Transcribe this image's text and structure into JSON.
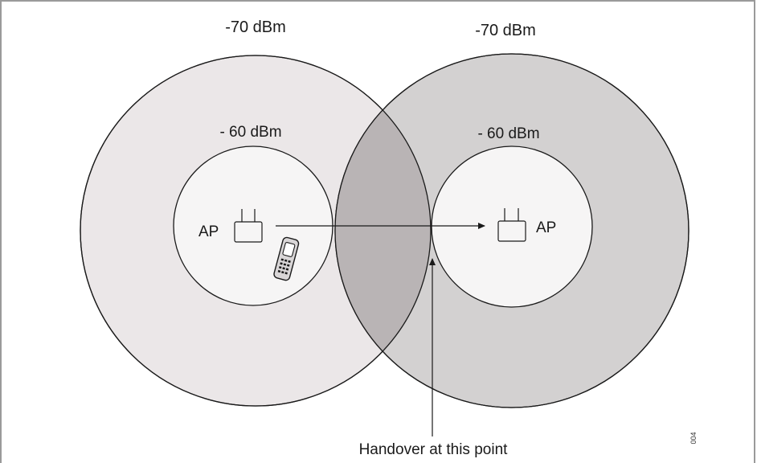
{
  "diagram": {
    "left_cell": {
      "outer_label": "-70 dBm",
      "inner_label": "- 60 dBm",
      "ap_label": "AP",
      "outer_fill": "#ebe7e8",
      "inner_fill": "#f6f5f5"
    },
    "right_cell": {
      "outer_label": "-70 dBm",
      "inner_label": "- 60 dBm",
      "ap_label": "AP",
      "outer_fill": "#d3d1d1",
      "inner_fill": "#f6f5f5"
    },
    "overlap_fill": "#b9b4b5",
    "handover_label": "Handover at this point",
    "figure_id": "004",
    "icons": {
      "access_point": "access-point-icon",
      "handset": "handset-icon"
    }
  }
}
